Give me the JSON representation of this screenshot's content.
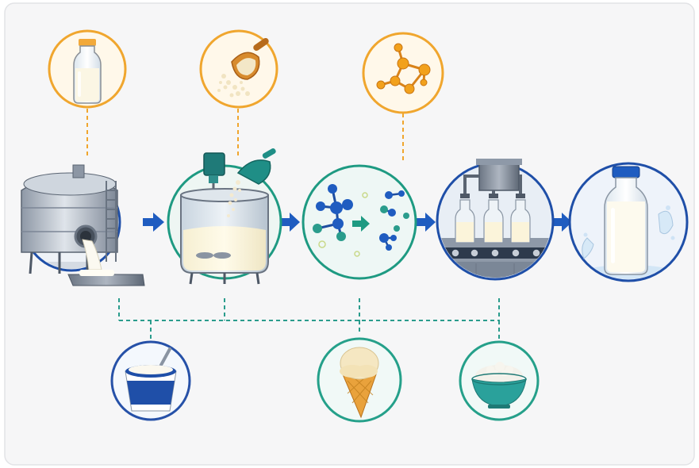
{
  "colors": {
    "panel_bg": "#f6f6f7",
    "panel_border": "#e2e3e6",
    "input_ring": "#f0a62e",
    "input_fill": "#fff8ea",
    "process_ring": "#1f4fa8",
    "mix_ring": "#1e9a82",
    "output_ring_blue": "#2651a8",
    "output_ring_teal": "#25a08a",
    "flow_arrow": "#1f5cc0",
    "connector_orange": "#f0a62e",
    "connector_teal": "#2a9c8c"
  },
  "diagram": {
    "inputs": [
      {
        "name": "raw-milk-bottle",
        "icon": "milk-bottle-icon"
      },
      {
        "name": "powder-scoop",
        "icon": "scoop-icon"
      },
      {
        "name": "enzyme-molecule",
        "icon": "molecule-icon"
      }
    ],
    "stages": [
      {
        "name": "storage-silo",
        "icon": "silo-tank-icon"
      },
      {
        "name": "mixing-tank",
        "icon": "mixer-icon"
      },
      {
        "name": "molecular-conversion",
        "icon": "molecule-conversion-icon"
      },
      {
        "name": "bottling-line",
        "icon": "bottling-machine-icon"
      },
      {
        "name": "finished-milk",
        "icon": "milk-bottle-splash-icon"
      }
    ],
    "outputs": [
      {
        "name": "yogurt-cup",
        "icon": "yogurt-icon"
      },
      {
        "name": "ice-cream-cone",
        "icon": "ice-cream-icon"
      },
      {
        "name": "powder-bowl",
        "icon": "powder-bowl-icon"
      }
    ]
  }
}
